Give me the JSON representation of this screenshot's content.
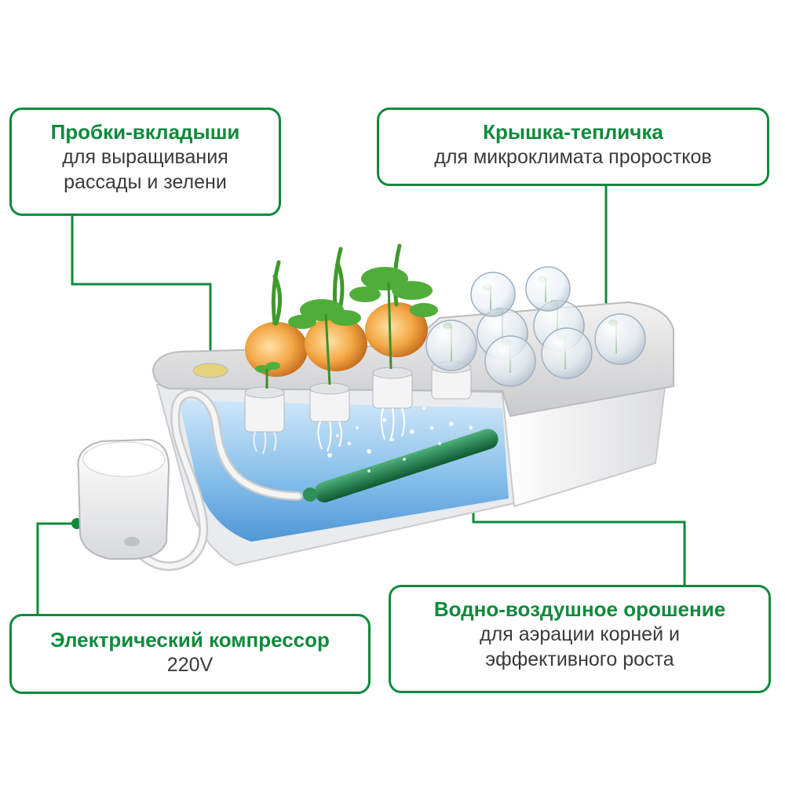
{
  "callouts": {
    "plugs": {
      "title": "Пробки-вкладыши",
      "line1": "для выращивания",
      "line2": "рассады и зелени"
    },
    "lid": {
      "title": "Крышка-тепличка",
      "line1": "для микроклимата проростков"
    },
    "compressor": {
      "title": "Электрический компрессор",
      "line1": "220V"
    },
    "irrigation": {
      "title": "Водно-воздушное орошение",
      "line1": "для аэрации корней и",
      "line2": "эффективного роста"
    }
  },
  "colors": {
    "accent": "#0f8a3c",
    "water": "#7fb8e6",
    "tray": "#d9dadc",
    "text": "#3a3a3a"
  }
}
